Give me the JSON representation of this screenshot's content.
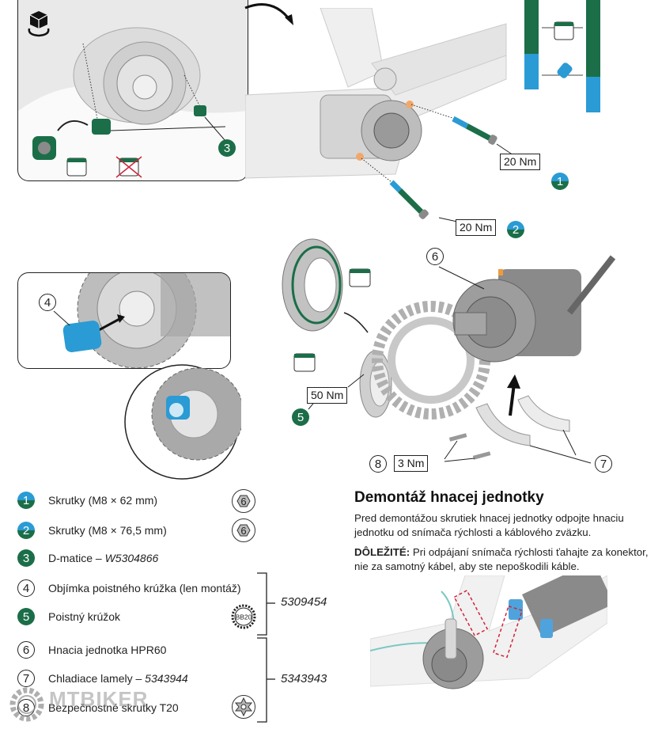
{
  "legend": [
    {
      "num": "1",
      "style": "split",
      "label": "Skrutky (M8 × 62 mm)",
      "code": "",
      "tool": "hex-6"
    },
    {
      "num": "2",
      "style": "split",
      "label": "Skrutky (M8 × 76,5 mm)",
      "code": "",
      "tool": "hex-6"
    },
    {
      "num": "3",
      "style": "green",
      "label": "D-matice – ",
      "code": "W5304866",
      "tool": ""
    },
    {
      "num": "4",
      "style": "outline",
      "label": "Objímka poistného krúžka (len montáž)",
      "code": "",
      "tool": ""
    },
    {
      "num": "5",
      "style": "green",
      "label": "Poistný krúžok",
      "code": "",
      "tool": "bb20"
    },
    {
      "num": "6",
      "style": "outline",
      "label": "Hnacia jednotka HPR60",
      "code": "",
      "tool": ""
    },
    {
      "num": "7",
      "style": "outline",
      "label": "Chladiace lamely – ",
      "code": "5343944",
      "tool": ""
    },
    {
      "num": "8",
      "style": "outline",
      "label": "Bezpečnostné skrutky T20",
      "code": "",
      "tool": "torx-t20"
    }
  ],
  "tool_labels": {
    "hex": "6",
    "bb": "BB20"
  },
  "kits": [
    {
      "code": "5309454",
      "items": [
        "4",
        "5"
      ]
    },
    {
      "code": "5343943",
      "items": [
        "6",
        "7",
        "8"
      ]
    }
  ],
  "callouts": {
    "torque_1": "20 Nm",
    "torque_2": "20 Nm",
    "torque_5": "50 Nm",
    "torque_8": "3 Nm",
    "badge_1": "1",
    "badge_2": "2",
    "badge_3": "3",
    "badge_4": "4",
    "badge_5": "5",
    "badge_6": "6",
    "badge_7": "7",
    "badge_8": "8"
  },
  "section": {
    "title": "Demontáž hnacej jednotky",
    "intro": "Pred demontážou skrutiek hnacej jednotky odpojte hnaciu jednotku od snímača rýchlosti a káblového zväzku.",
    "important_label": "DÔLEŽITÉ:",
    "important_text": " Pri odpájaní snímača rýchlosti ťahajte za konektor, nie za samotný kábel, aby ste nepoškodili káble."
  },
  "watermark": "MTBIKER",
  "colors": {
    "green": "#1b6e48",
    "blue": "#2a9bd4",
    "gray_part": "#9a9a9a",
    "red_dash": "#d0243a"
  }
}
